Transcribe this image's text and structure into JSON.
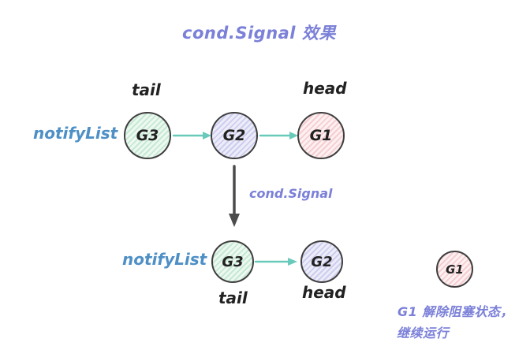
{
  "title": "cond.Signal 效果",
  "colors": {
    "purple": "#7b80d8",
    "blue": "#4e90c6",
    "teal": "#69c9bb",
    "dark": "#4b4b4b",
    "stroke": "#3f3f3f",
    "ink": "#222222"
  },
  "top_list": {
    "label": "notifyList",
    "tail_label": "tail",
    "head_label": "head",
    "nodes": [
      {
        "label": "G3",
        "fill": "green"
      },
      {
        "label": "G2",
        "fill": "purple"
      },
      {
        "label": "G1",
        "fill": "pink"
      }
    ]
  },
  "transition": {
    "label": "cond.Signal"
  },
  "bottom_list": {
    "label": "notifyList",
    "tail_label": "tail",
    "head_label": "head",
    "nodes": [
      {
        "label": "G3",
        "fill": "green"
      },
      {
        "label": "G2",
        "fill": "purple"
      }
    ]
  },
  "released": {
    "node": {
      "label": "G1",
      "fill": "pink"
    },
    "caption_line1": "G1 解除阻塞状态，",
    "caption_line2": "继续运行"
  }
}
